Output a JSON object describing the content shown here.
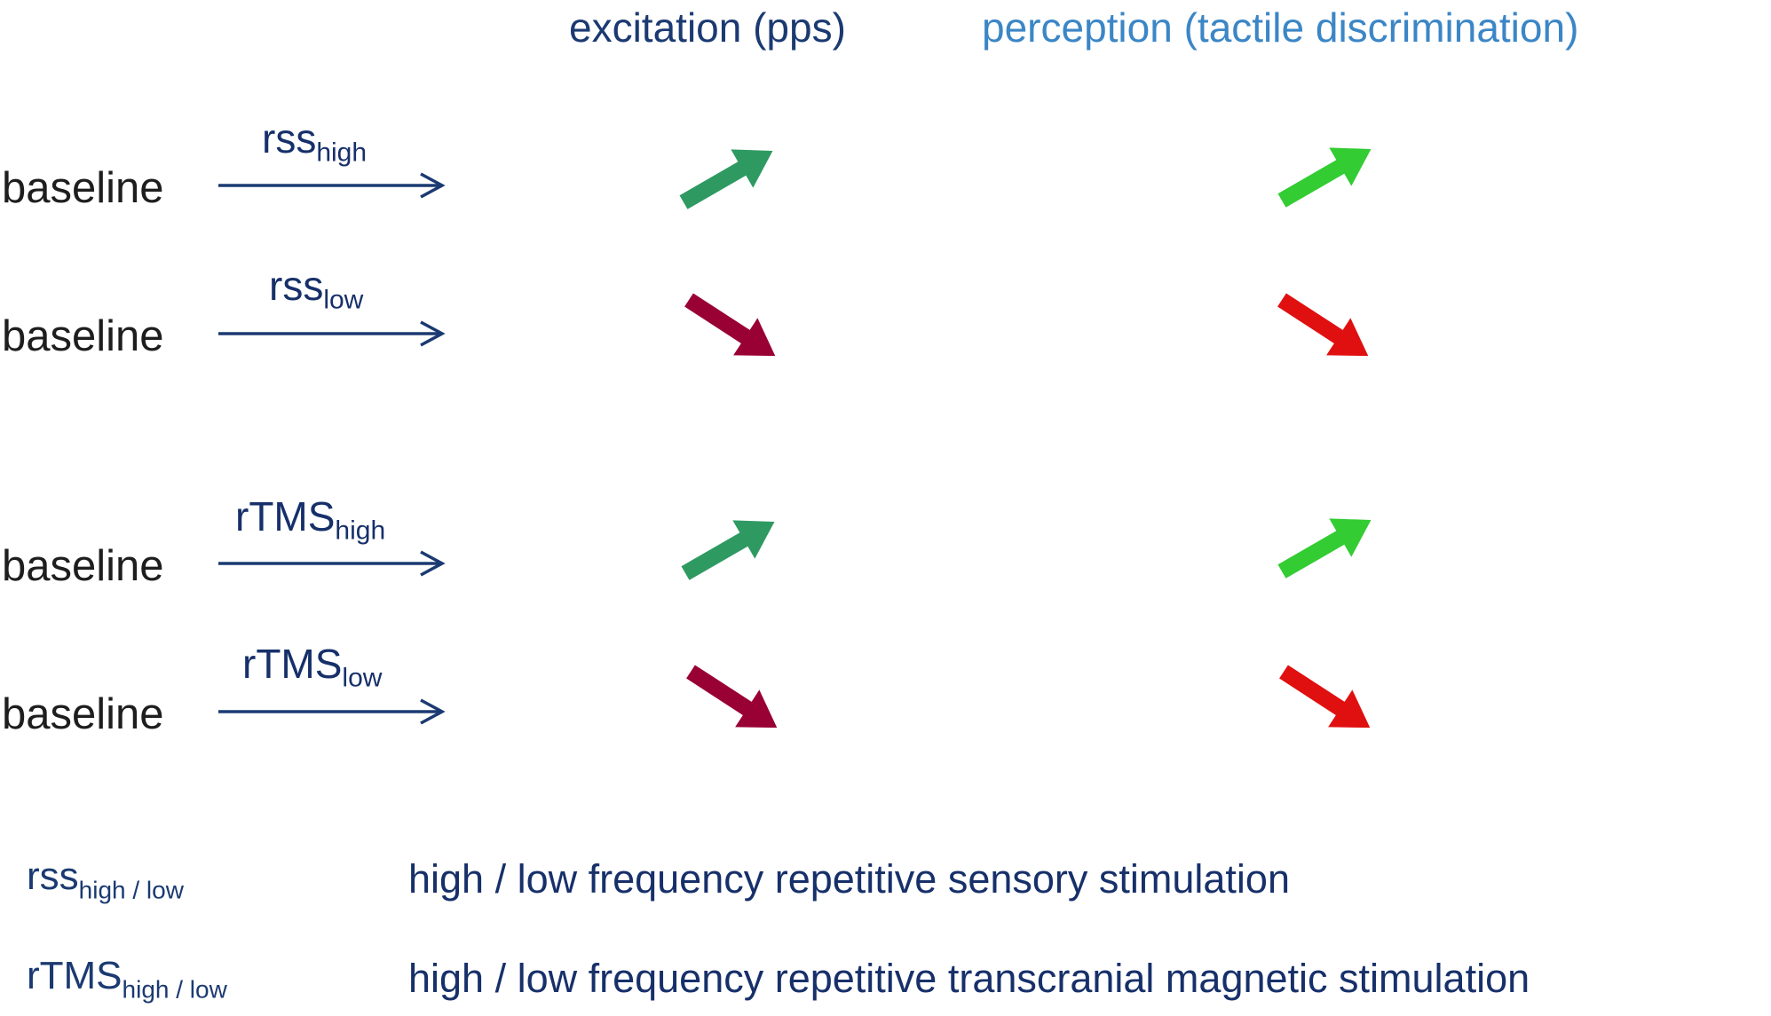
{
  "headers": {
    "excitation": "excitation (pps)",
    "perception": "perception  (tactile discrimination)"
  },
  "rows": [
    {
      "baseline": "baseline",
      "stim_main": "rss",
      "stim_sub": "high",
      "excitation": "increase",
      "perception": "increase"
    },
    {
      "baseline": "baseline",
      "stim_main": "rss",
      "stim_sub": "low",
      "excitation": "decrease",
      "perception": "decrease"
    },
    {
      "baseline": "baseline",
      "stim_main": "rTMS",
      "stim_sub": "high",
      "excitation": "increase",
      "perception": "increase"
    },
    {
      "baseline": "baseline",
      "stim_main": "rTMS",
      "stim_sub": "low",
      "excitation": "decrease",
      "perception": "decrease"
    }
  ],
  "legend": [
    {
      "abbr_main": "rss",
      "abbr_sub": "high / low",
      "description": "high / low frequency repetitive sensory stimulation"
    },
    {
      "abbr_main": "rTMS",
      "abbr_sub": "high / low",
      "description": "high / low frequency repetitive transcranial magnetic stimulation"
    }
  ],
  "colors": {
    "excitation_up": "#2e9a62",
    "excitation_down": "#990033",
    "perception_up": "#33cc33",
    "perception_down": "#e01010",
    "flow_arrow": "#1b3a72"
  },
  "icons": {
    "flow": "right-arrow-icon",
    "increase": "arrow-up-right-icon",
    "decrease": "arrow-down-right-icon"
  }
}
